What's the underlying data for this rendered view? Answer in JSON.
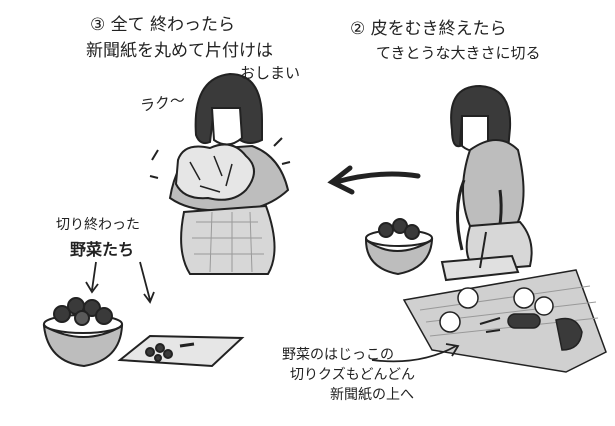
{
  "captions": {
    "step3_line1": "③ 全て 終わったら",
    "step3_line2": "新聞紙を丸めて片付けは",
    "step3_line3": "おしまい",
    "step2_line1": "② 皮をむき終えたら",
    "step2_line2": "てきとうな大きさに切る",
    "sound": "ラク〜",
    "cut_veg_line1": "切り終わった",
    "cut_veg_line2": "野菜たち",
    "bottom_line1": "野菜のはじっこの",
    "bottom_line2": "切りクズもどんどん",
    "bottom_line3": "新聞紙の上へ"
  },
  "colors": {
    "ink": "#222222",
    "paper": "#ffffff",
    "gray": "#bdbdbd",
    "dark": "#3a3a3a"
  }
}
